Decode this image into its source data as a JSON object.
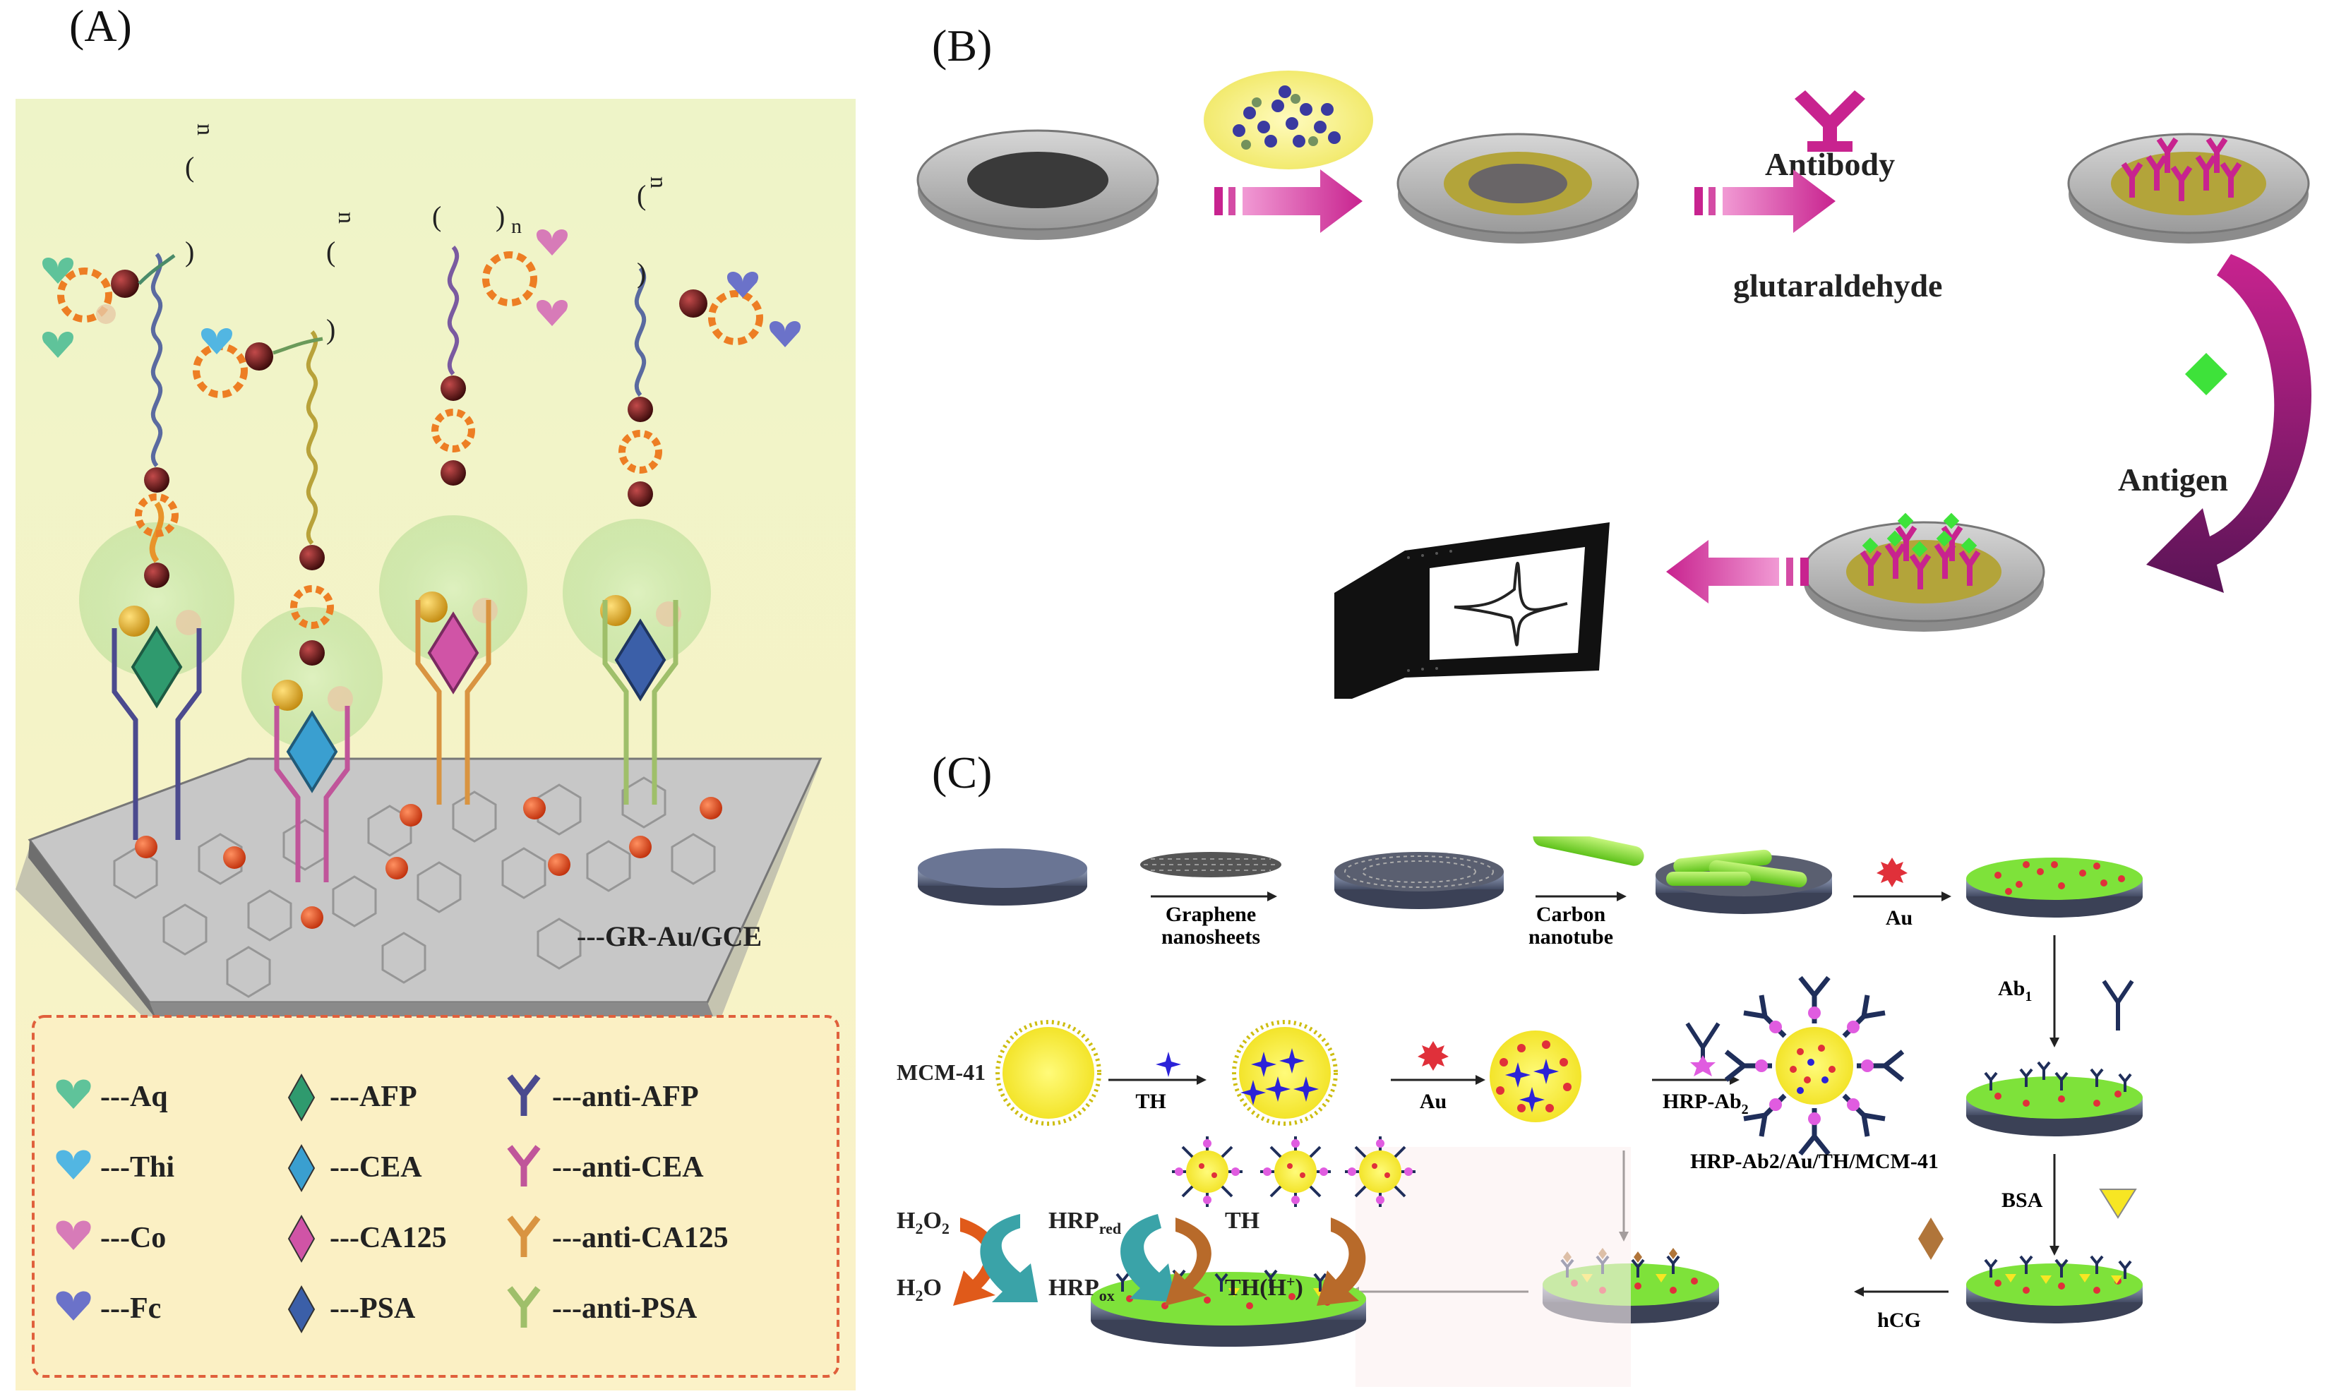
{
  "panels": {
    "a": {
      "label": "(A)",
      "surface_label": "---GR-Au/GCE",
      "legend": [
        {
          "marker": "heart",
          "color": "#5fc39a",
          "text": "---Aq"
        },
        {
          "marker": "heart",
          "color": "#52b6e2",
          "text": "---Thi"
        },
        {
          "marker": "heart",
          "color": "#d77bb8",
          "text": "---Co"
        },
        {
          "marker": "heart",
          "color": "#6b72c9",
          "text": "---Fc"
        },
        {
          "marker": "diamond",
          "color": "#2f9a6e",
          "text": "---AFP"
        },
        {
          "marker": "diamond",
          "color": "#3a9fd0",
          "text": "---CEA"
        },
        {
          "marker": "diamond",
          "color": "#d054a6",
          "text": "---CA125"
        },
        {
          "marker": "diamond",
          "color": "#3b5fa8",
          "text": "---PSA"
        },
        {
          "marker": "antibody",
          "color": "#4b4a8e",
          "text": "---anti-AFP"
        },
        {
          "marker": "antibody",
          "color": "#c0559a",
          "text": "---anti-CEA"
        },
        {
          "marker": "antibody",
          "color": "#d99441",
          "text": "---anti-CA125"
        },
        {
          "marker": "antibody",
          "color": "#9fbf6a",
          "text": "---anti-PSA"
        }
      ],
      "repeat_label": "n"
    },
    "b": {
      "label": "(B)",
      "antibody": "Antibody",
      "crosslinker": "glutaraldehyde",
      "antigen": "Antigen"
    },
    "c": {
      "label": "(C)",
      "steps": {
        "graphene": "Graphene",
        "graphene2": "nanosheets",
        "cnt": "Carbon",
        "cnt2": "nanotube",
        "au": "Au",
        "mcm": "MCM-41",
        "th": "TH",
        "au2": "Au",
        "hrp_ab2": "HRP-Ab",
        "hrp_ab2_sub": "2",
        "composite": "HRP-Ab2/Au/TH/MCM-41",
        "ab1": "Ab",
        "ab1_sub": "1",
        "bsa": "BSA",
        "hcg": "hCG"
      },
      "cycle": {
        "h2o2": "H",
        "h2o2_sub": "2",
        "h2o2_mid": "O",
        "h2o2_sub2": "2",
        "h2o": "H",
        "h2o_sub": "2",
        "h2o_end": "O",
        "hrp_red": "HRP",
        "hrp_red_sub": "red",
        "hrp_ox": "HRP",
        "hrp_ox_sub": "ox",
        "th": "TH",
        "th_h": "TH(H",
        "th_h_sup": "+",
        "th_h_end": ")"
      }
    }
  },
  "colors": {
    "magenta": "#c8238f",
    "purple": "#7a1f6e",
    "graphene_green": "#7ee23a",
    "au_red": "#e0303a",
    "sun_yellow": "#f7e623",
    "legend_border": "#e0603c"
  }
}
